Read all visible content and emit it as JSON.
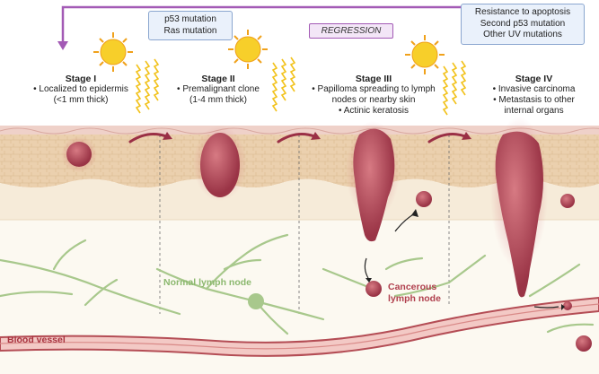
{
  "stages": [
    {
      "title": "Stage I",
      "lines": [
        "• Localized to epidermis",
        "(<1 mm thick)"
      ]
    },
    {
      "title": "Stage II",
      "lines": [
        "• Premalignant clone",
        "(1-4 mm thick)"
      ]
    },
    {
      "title": "Stage III",
      "lines": [
        "• Papilloma spreading to lymph",
        "nodes or nearby skin",
        "• Actinic keratosis"
      ]
    },
    {
      "title": "Stage IV",
      "lines": [
        "• Invasive carcinoma",
        "• Metastasis to other",
        "internal organs"
      ]
    }
  ],
  "mutation_box_1": {
    "lines": [
      "p53 mutation",
      "Ras mutation"
    ]
  },
  "mutation_box_2": {
    "lines": [
      "Resistance to apoptosis",
      "Second p53 mutation",
      "Other UV mutations"
    ]
  },
  "regression_label": "REGRESSION",
  "labels": {
    "normal_lymph_node": "Normal lymph node",
    "cancerous_lymph_node_line1": "Cancerous",
    "cancerous_lymph_node_line2": "lymph node",
    "blood_vessel": "Blood vessel"
  },
  "colors": {
    "skin_top": "#f1d6cf",
    "epidermis": "#ecd3b5",
    "dermis": "#f7eedd",
    "subcutis": "#fbf8ef",
    "tumor": "#b84a5a",
    "vessel": "#b44d55",
    "lymph": "#a7c98b",
    "sun": "#f7cf2a",
    "regression_border": "#a35ab5",
    "box_fill": "#eaf1fb"
  },
  "icons": [
    "sun-icon",
    "uv-ray-icon",
    "progression-arrow-icon"
  ]
}
